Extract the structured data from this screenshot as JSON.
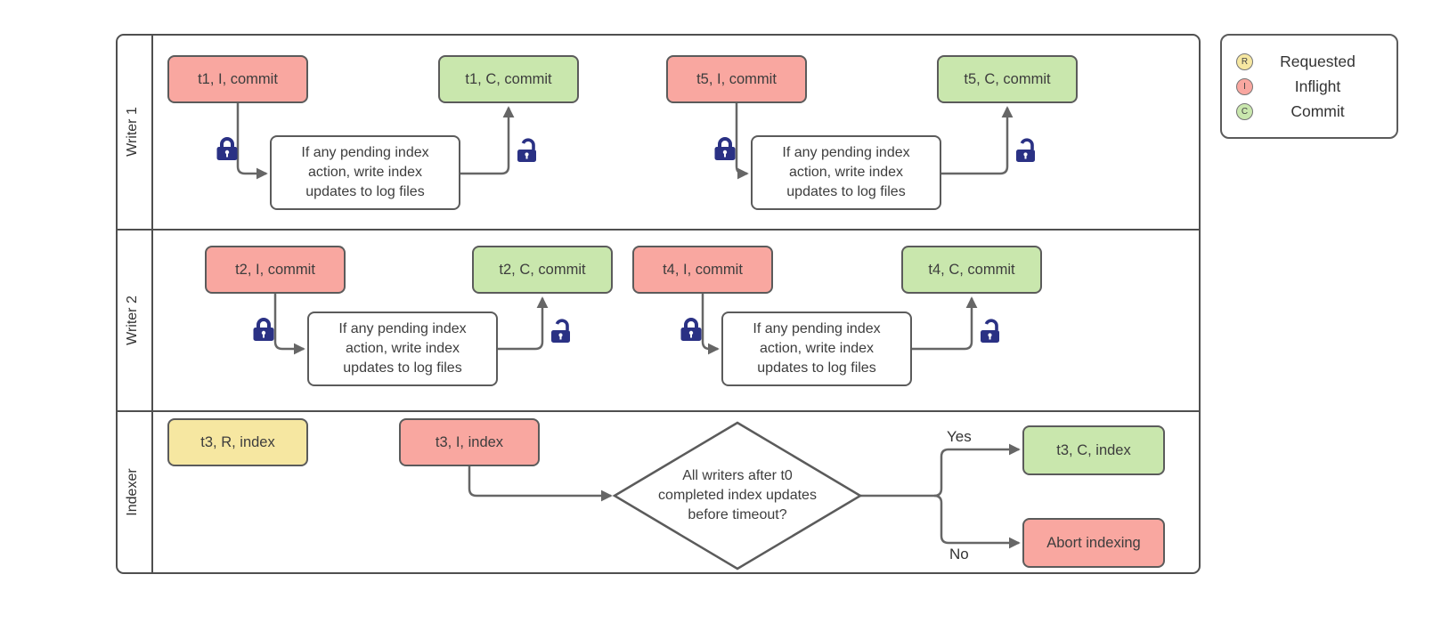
{
  "lanes": [
    {
      "title": "Writer 1"
    },
    {
      "title": "Writer 2"
    },
    {
      "title": "Indexer"
    }
  ],
  "nodes": {
    "t1_inflight": "t1, I, commit",
    "t1_commit": "t1, C, commit",
    "t5_inflight": "t5, I, commit",
    "t5_commit": "t5, C, commit",
    "t2_inflight": "t2, I, commit",
    "t2_commit": "t2, C, commit",
    "t4_inflight": "t4, I, commit",
    "t4_commit": "t4, C, commit",
    "t3_requested": "t3, R, index",
    "t3_inflight": "t3, I, index",
    "t3_commit": "t3, C, index",
    "abort": "Abort indexing"
  },
  "process_note": {
    "lines": [
      "If any pending index",
      "action, write index",
      "updates to log files"
    ]
  },
  "decision": {
    "lines": [
      "All writers after t0",
      "completed index updates",
      "before timeout?"
    ],
    "yes_label": "Yes",
    "no_label": "No"
  },
  "legend": {
    "items": [
      {
        "symbol": "R",
        "label": "Requested"
      },
      {
        "symbol": "I",
        "label": "Inflight"
      },
      {
        "symbol": "C",
        "label": "Commit"
      }
    ]
  },
  "colors": {
    "requested_fill": "#f6e7a1",
    "inflight_fill": "#f9a7a0",
    "commit_fill": "#c9e7ad",
    "lock_blue": "#2a3184",
    "connector_gray": "#666666",
    "shape_border": "#5b5b5b"
  }
}
